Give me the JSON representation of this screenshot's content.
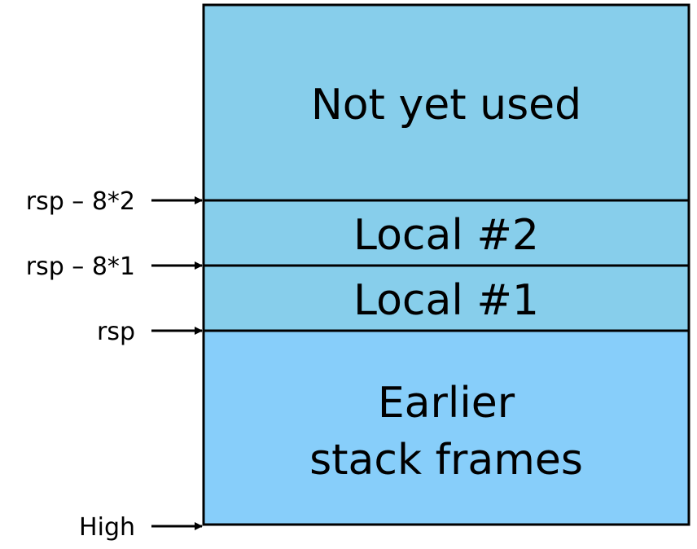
{
  "stack": {
    "regions": {
      "unused": {
        "label": "Not yet used",
        "color": "#87CEEB"
      },
      "local2": {
        "label": "Local #2",
        "color": "#87CEEB"
      },
      "local1": {
        "label": "Local #1",
        "color": "#87CEEB"
      },
      "earlier": {
        "line1": "Earlier",
        "line2": "stack frames",
        "color": "#87CEFA"
      }
    },
    "pointers": {
      "rsp_minus_16": "rsp – 8*2",
      "rsp_minus_8": "rsp – 8*1",
      "rsp": "rsp",
      "high": "High"
    }
  },
  "colors": {
    "border": "#000000",
    "arrow": "#000000"
  }
}
